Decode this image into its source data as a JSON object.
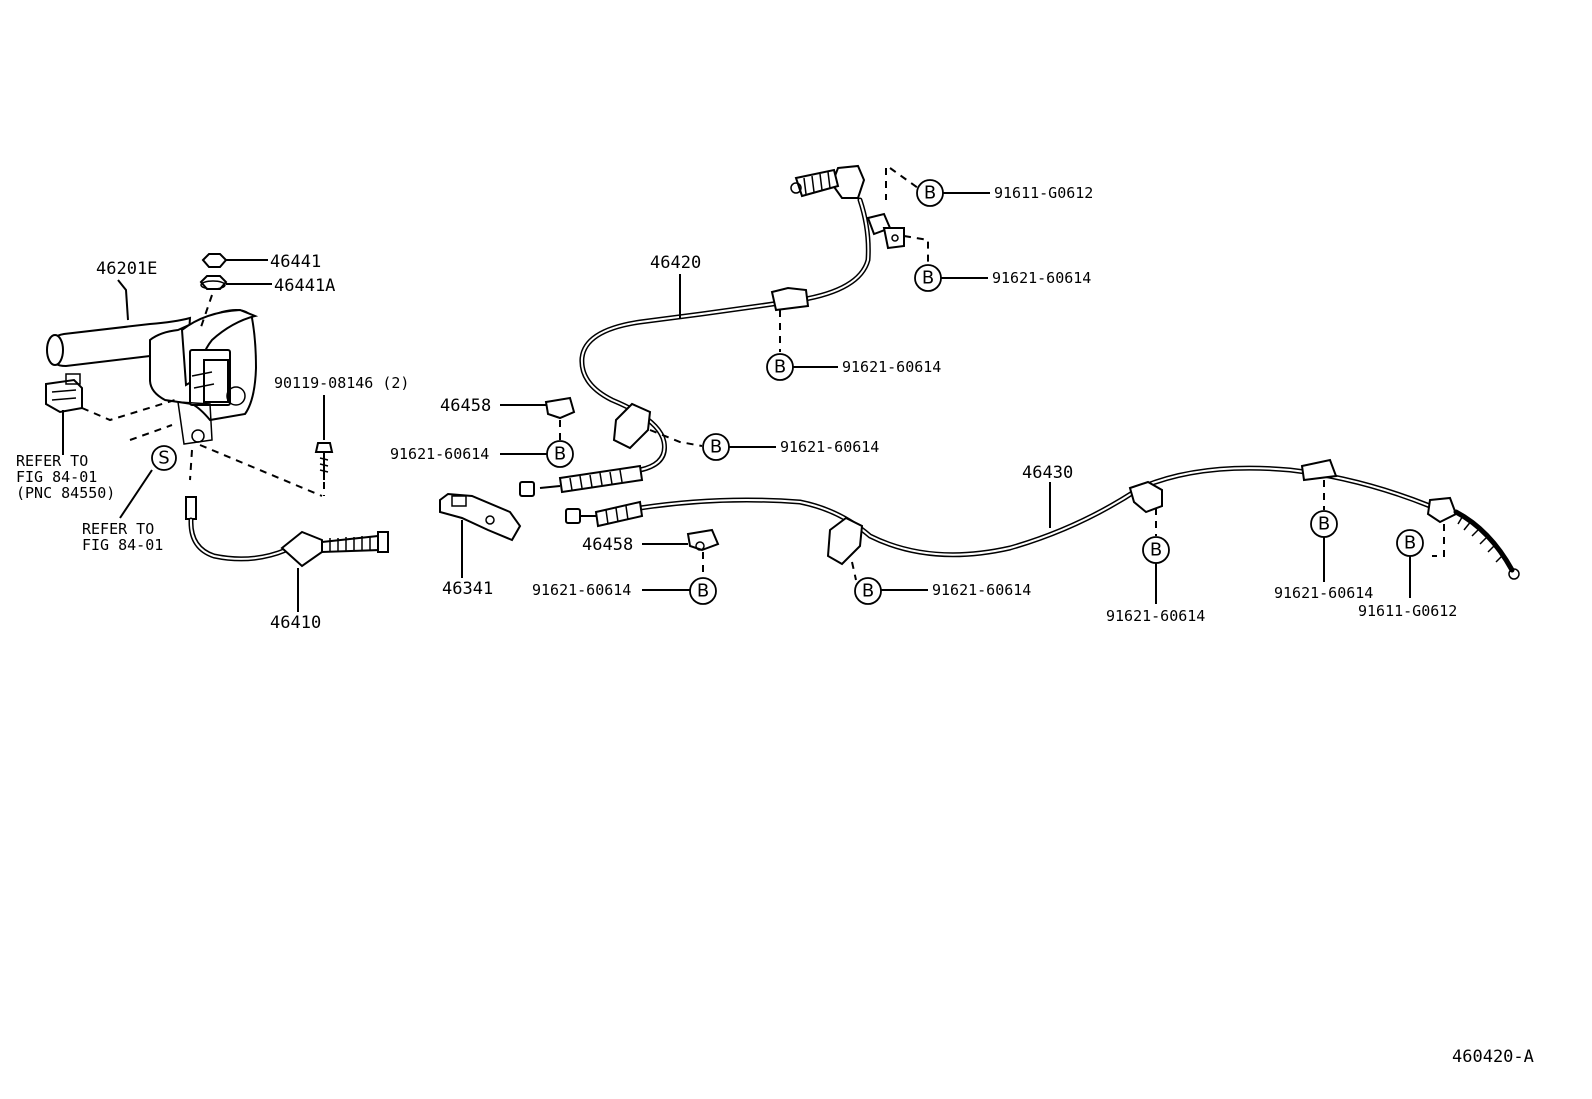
{
  "labels": {
    "lever": "46201E",
    "nut": "46441",
    "nut_a": "46441A",
    "bolt": "90119-08146 (2)",
    "refer1_l1": "REFER TO",
    "refer1_l2": "FIG 84-01",
    "refer1_l3": "(PNC 84550)",
    "refer2_l1": "REFER TO",
    "refer2_l2": "FIG 84-01",
    "front_cable": "46410",
    "right_cable": "46420",
    "left_cable": "46430",
    "equalizer": "46341",
    "clip_upper": "46458",
    "clip_lower": "46458",
    "bolt_top": "91611-G0612",
    "bolt_top2": "91621-60614",
    "bolt_mid": "91621-60614",
    "bolt_right_clamp": "91621-60614",
    "bolt_clip_upper": "91621-60614",
    "bolt_clip_lower": "91621-60614",
    "bolt_lower_clamp1": "91621-60614",
    "bolt_lower_clamp2": "91621-60614",
    "bolt_lower_clamp3": "91621-60614",
    "bolt_lower_end": "91611-G0612",
    "figure_id": "460420-A"
  },
  "symbols": {
    "bolt_marker": "B",
    "screw_marker": "S"
  }
}
